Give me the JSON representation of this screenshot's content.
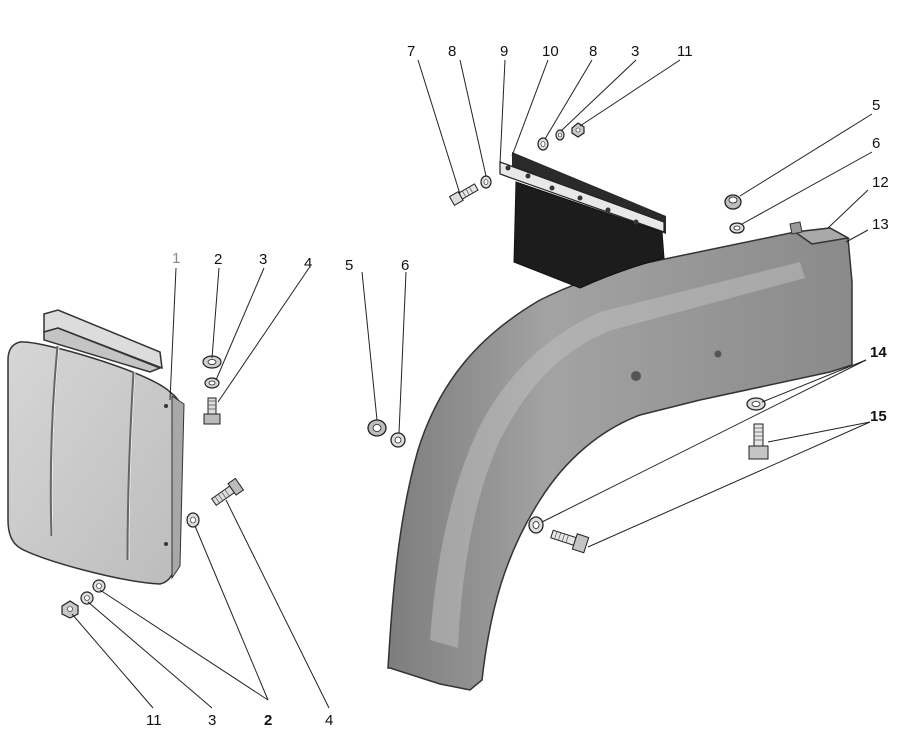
{
  "callouts": {
    "c1": "1",
    "c2a": "2",
    "c3a": "3",
    "c4a": "4",
    "c5a": "5",
    "c6a": "6",
    "c7": "7",
    "c8a": "8",
    "c9": "9",
    "c10": "10",
    "c8b": "8",
    "c3b": "3",
    "c11a": "11",
    "c5b": "5",
    "c6b": "6",
    "c12": "12",
    "c13": "13",
    "c14": "14",
    "c15": "15",
    "c11b": "11",
    "c3c": "3",
    "c2b": "2",
    "c4b": "4"
  },
  "colors": {
    "fender": "#9a9a9a",
    "fender_highlight": "#b8b8b8",
    "flap": "#c9c9c9",
    "rubber": "#1c1c1c",
    "metal": "#cfcfcf"
  }
}
